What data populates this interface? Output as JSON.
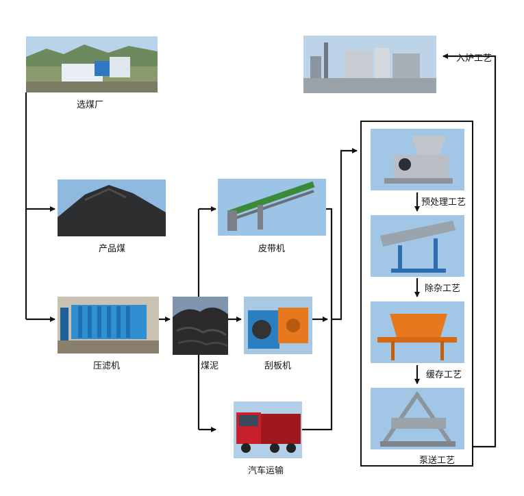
{
  "nodes": {
    "coal_plant": "选煤厂",
    "product_coal": "产品煤",
    "filter_press": "压滤机",
    "slime": "煤泥",
    "belt_conveyor": "皮带机",
    "scraper": "刮板机",
    "truck": "汽车运输",
    "furnace_label": "入炉工艺",
    "pretreat": "预处理工艺",
    "impurity": "除杂工艺",
    "buffer": "缓存工艺",
    "pump": "泵送工艺"
  },
  "colors": {
    "line": "#111111",
    "sky": "#6fa8dc",
    "coal": "#2b2b2b",
    "steel": "#9aa3ab",
    "orange": "#e8781e",
    "truck_red": "#c8202a",
    "press_blue": "#2f8fd0",
    "conveyor_green": "#3a8a3a"
  }
}
